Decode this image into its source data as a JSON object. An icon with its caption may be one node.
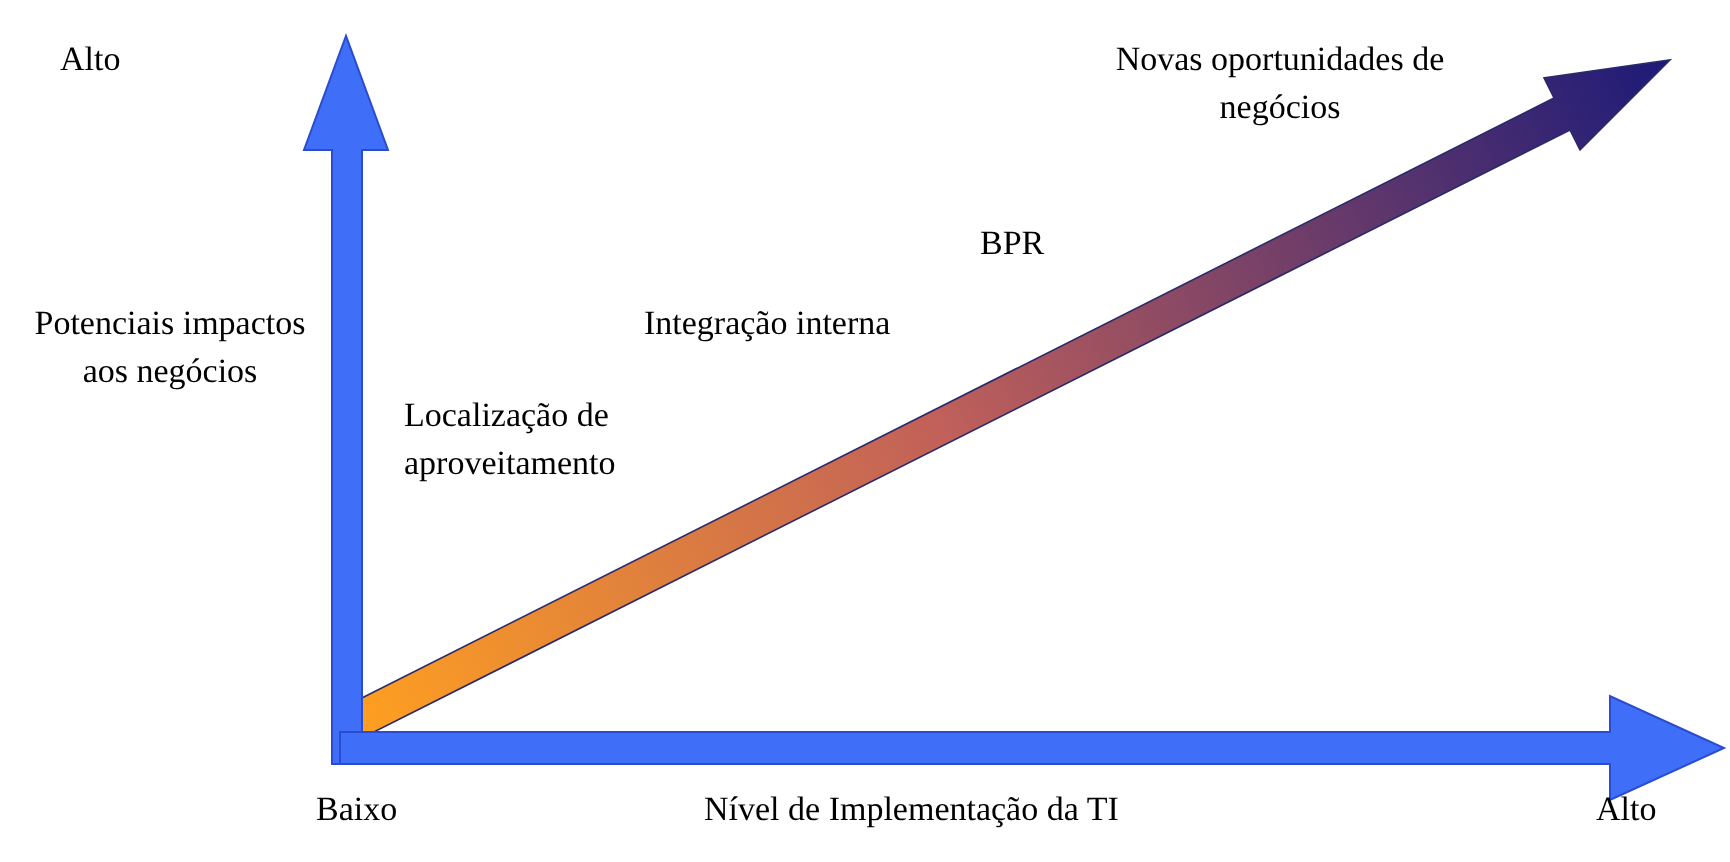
{
  "diagram": {
    "labels": [
      "Alto",
      "Novas oportunidades de negócios",
      "BPR",
      "Potenciais impactos aos negócios",
      "Integração interna",
      "Localização de aproveitamento",
      "Baixo",
      "Nível de Implementação da TI",
      "Alto"
    ]
  }
}
